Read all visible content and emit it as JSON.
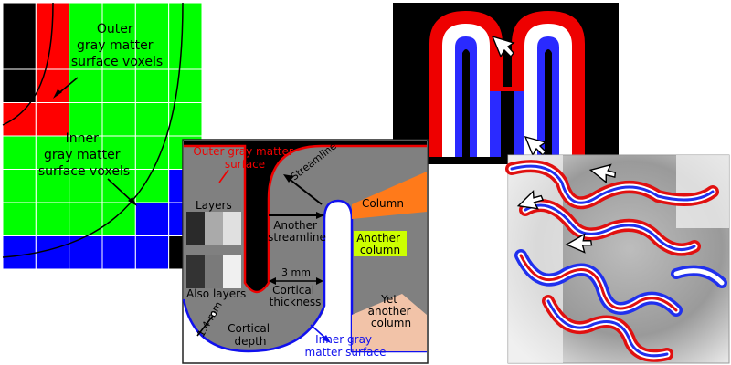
{
  "panel_voxels": {
    "outer_label": [
      "Outer",
      "gray matter",
      "surface voxels"
    ],
    "inner_label": [
      "Inner",
      "gray matter",
      "surface voxels"
    ]
  },
  "panel_schematic": {
    "outer_surface_label": [
      "Outer gray matter",
      "surface"
    ],
    "streamline": "Streamline",
    "layers": "Layers",
    "another_streamline": [
      "Another",
      "streamline"
    ],
    "column": "Column",
    "another_column": [
      "Another",
      "column"
    ],
    "thickness_value": "3 mm",
    "cortical_thickness": [
      "Cortical",
      "thickness"
    ],
    "also_layers": "Also layers",
    "depth_value": "1.4 mm",
    "cortical_depth": [
      "Cortical",
      "depth"
    ],
    "inner_surface_label": [
      "Inner gray",
      "matter surface"
    ],
    "yet_another_column": [
      "Yet",
      "another",
      "column"
    ]
  },
  "colors": {
    "outer_voxel": "#ff0000",
    "inner_voxel": "#0000ff",
    "gray_matter": "#00ff00",
    "column_orange": "#ff7a1a",
    "column_yellow": "#ccff00",
    "column_peach": "#f2c3a8",
    "cortex_gray": "#808080"
  }
}
